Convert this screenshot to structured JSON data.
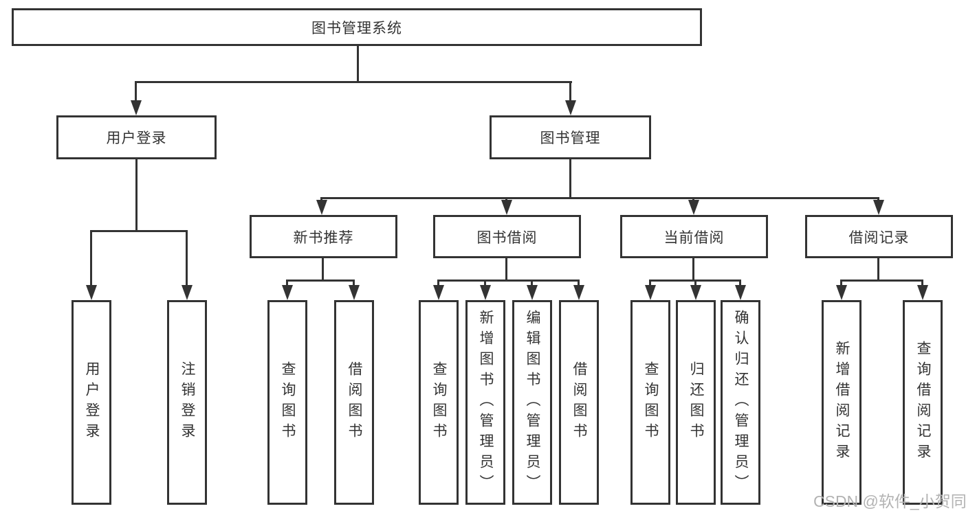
{
  "nodes": {
    "root": "图书管理系统",
    "user_login": "用户登录",
    "book_mgmt": "图书管理",
    "new_books": "新书推荐",
    "book_borrow": "图书借阅",
    "current_borrow": "当前借阅",
    "borrow_records": "借阅记录"
  },
  "leaves": {
    "user_login": [
      "用户登录",
      "注销登录"
    ],
    "new_books": [
      "查询图书",
      "借阅图书"
    ],
    "book_borrow": [
      "查询图书",
      "新增图书（管理员）",
      "编辑图书（管理员）",
      "借阅图书"
    ],
    "current_borrow": [
      "查询图书",
      "归还图书",
      "确认归还（管理员）"
    ],
    "borrow_records": [
      "新增借阅记录",
      "查询借阅记录"
    ]
  },
  "watermark": "CSDN @软件_小贺同学",
  "colors": {
    "line": "#333333",
    "text": "#333333",
    "watermark": "#b3b3b3",
    "background": "#ffffff"
  }
}
